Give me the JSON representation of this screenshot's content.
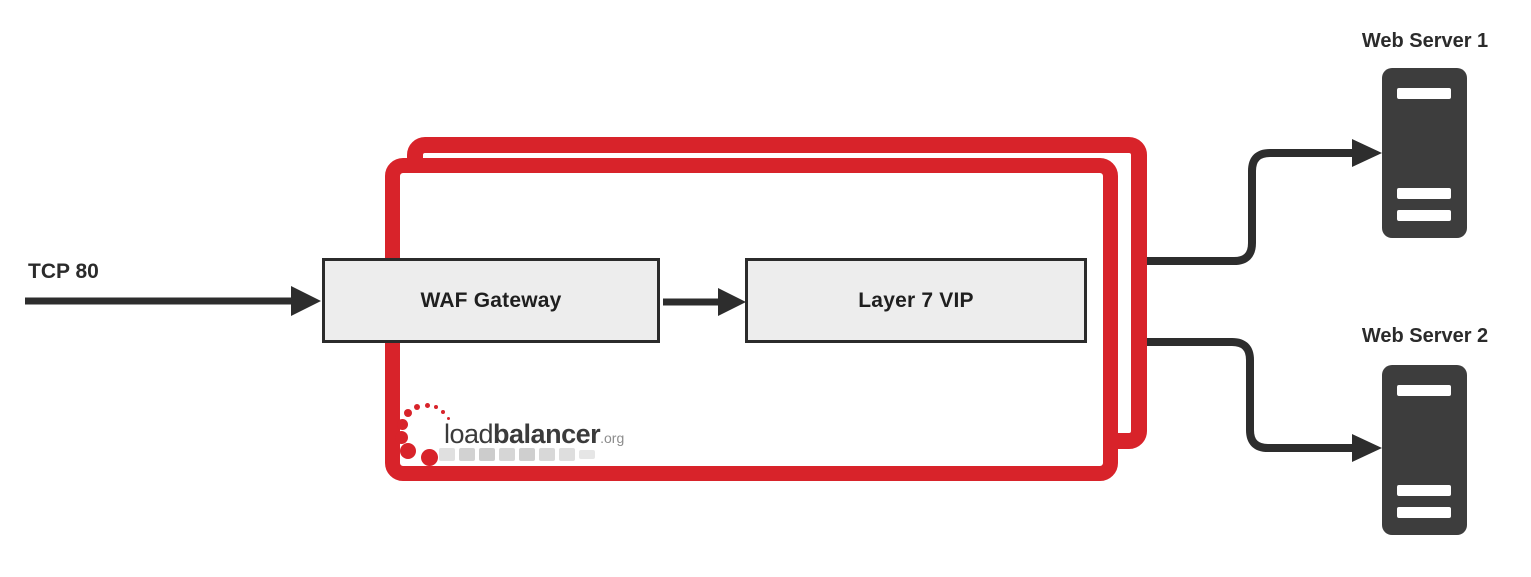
{
  "diagram": {
    "input_label": "TCP 80",
    "waf_box_label": "WAF Gateway",
    "vip_box_label": "Layer 7 VIP"
  },
  "servers": [
    {
      "label": "Web Server 1"
    },
    {
      "label": "Web Server 2"
    }
  ],
  "logo": {
    "word1": "load",
    "word2": "balancer",
    "suffix": ".org"
  },
  "icons": {
    "appliance_frame": "red-rounded-rectangle-pair",
    "server_icon": "dark-tower-server-with-white-slots",
    "logo_mark": "red-dotted-spinner-circle",
    "arrow": "black-right-arrow"
  },
  "colors": {
    "brand_red": "#d8232a",
    "connector_dark": "#2d2d2d",
    "box_fill": "#ededed",
    "box_border": "#2b2b2b",
    "server_dark": "#3d3d3d",
    "logo_text": "#3b3b3b",
    "logo_suffix_gray": "#8c8c8c",
    "equalizer_gray": "#d6d6d6",
    "background": "#ffffff"
  }
}
